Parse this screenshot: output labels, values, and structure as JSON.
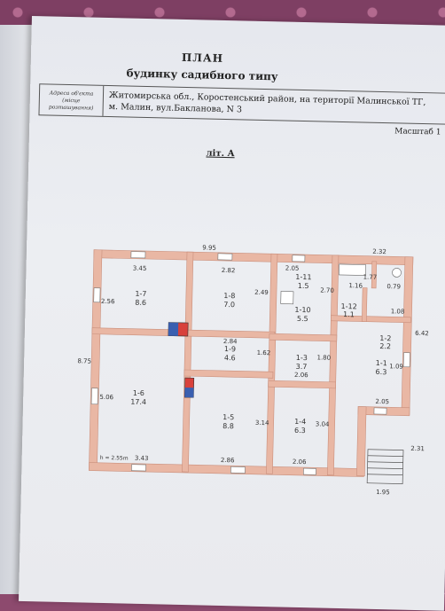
{
  "document": {
    "title": "ПЛАН",
    "subtitle": "будинку садибного типу",
    "address_label": "Адреса об'єкта (місце розташування)",
    "address_line1": "Житомирська обл., Коростенський район, на території Малинської ТГ,",
    "address_line2": "м. Малин, вул.Бакланова, N 3",
    "scale_label": "Масштаб 1",
    "litera": "літ. А"
  },
  "plan": {
    "wall_color": "#e9b7a4",
    "rooms": [
      {
        "id": "1-7",
        "area": "8.6"
      },
      {
        "id": "1-8",
        "area": "7.0"
      },
      {
        "id": "1-11",
        "area": "1.5"
      },
      {
        "id": "1-10",
        "area": "5.5"
      },
      {
        "id": "1-12",
        "area": "1.1"
      },
      {
        "id": "1-2",
        "area": "2.2"
      },
      {
        "id": "1-9",
        "area": "4.6"
      },
      {
        "id": "1-3",
        "area": "3.7"
      },
      {
        "id": "1-1",
        "area": "6.3"
      },
      {
        "id": "1-6",
        "area": "17.4"
      },
      {
        "id": "1-5",
        "area": "8.8"
      },
      {
        "id": "1-4",
        "area": "6.3"
      }
    ],
    "dimensions": [
      "9.95",
      "3.45",
      "2.82",
      "2.05",
      "2.32",
      "1.16",
      "0.79",
      "1.77",
      "2.70",
      "2.49",
      "2.56",
      "8.75",
      "5.06",
      "2.84",
      "1.62",
      "1.80",
      "1.08",
      "6.42",
      "1.09",
      "2.06",
      "2.05",
      "3.14",
      "3.04",
      "3.43",
      "2.86",
      "2.06",
      "2.31",
      "1.95"
    ],
    "height_note": "h = 2.55m"
  }
}
